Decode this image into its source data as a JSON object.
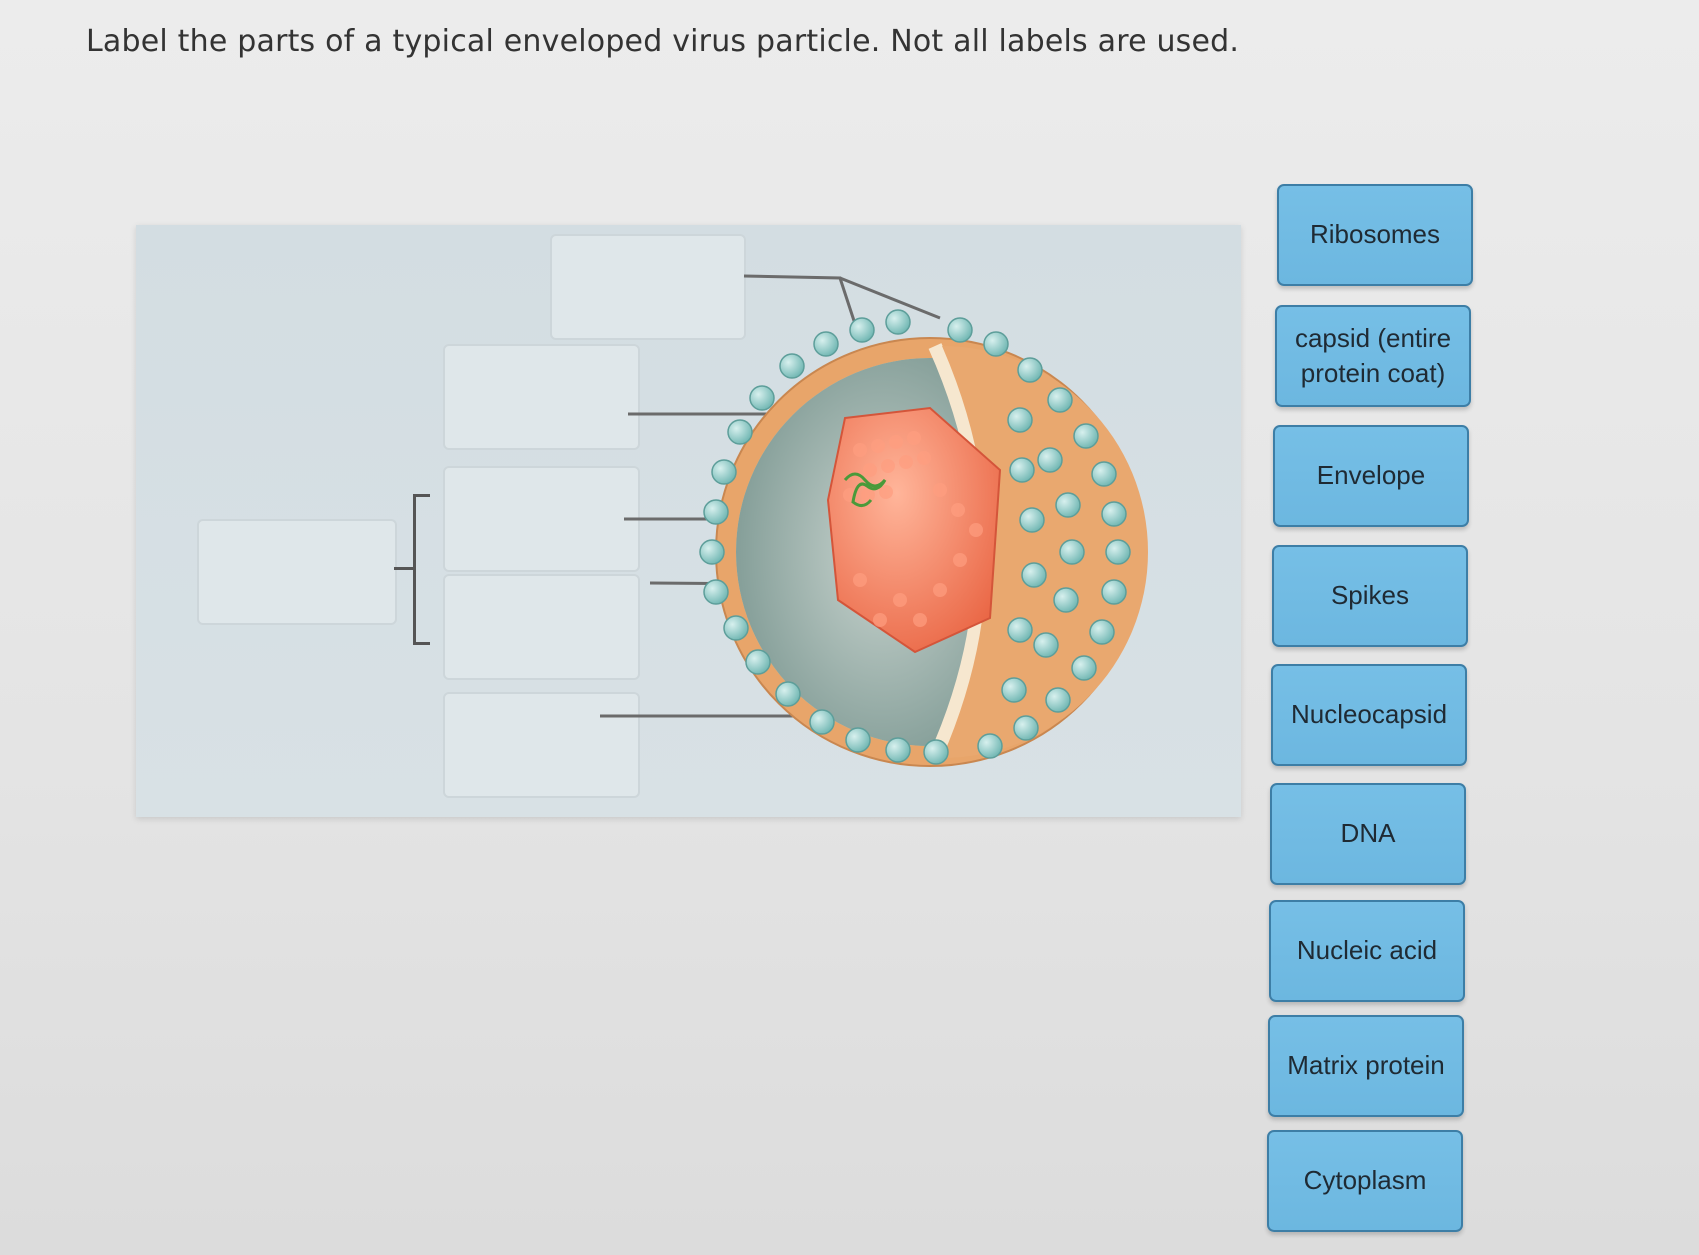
{
  "question": {
    "prompt": "Label the parts of a typical enveloped virus particle. Not all labels are used."
  },
  "labels": [
    {
      "text": "Ribosomes"
    },
    {
      "text": "capsid (entire protein coat)"
    },
    {
      "text": "Envelope"
    },
    {
      "text": "Spikes"
    },
    {
      "text": "Nucleocapsid"
    },
    {
      "text": "DNA"
    },
    {
      "text": "Nucleic acid"
    },
    {
      "text": "Matrix protein"
    },
    {
      "text": "Cytoplasm"
    }
  ],
  "colors": {
    "tile": "#6cb7e0",
    "tile_border": "#3d7ea6",
    "envelope": "#e8a56a",
    "spike": "#8cc7c4",
    "capsid": "#f07c5a",
    "nucleic_acid": "#4a9a3a"
  }
}
